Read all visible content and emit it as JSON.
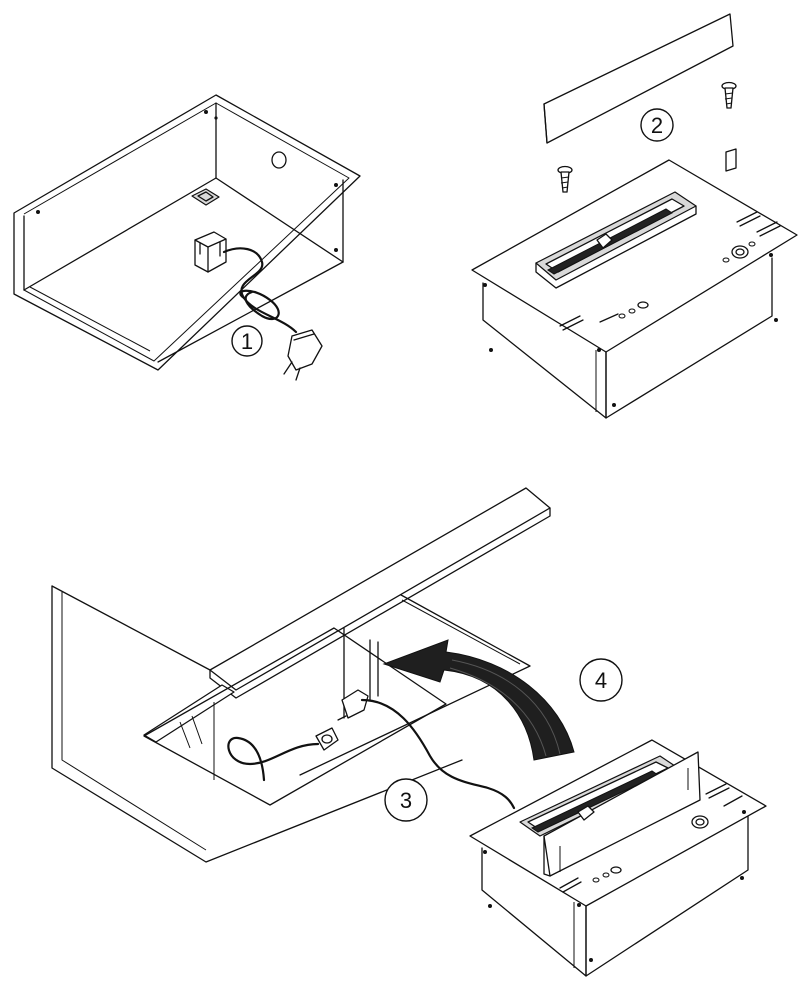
{
  "step_labels": [
    "1",
    "2",
    "3",
    "4"
  ]
}
